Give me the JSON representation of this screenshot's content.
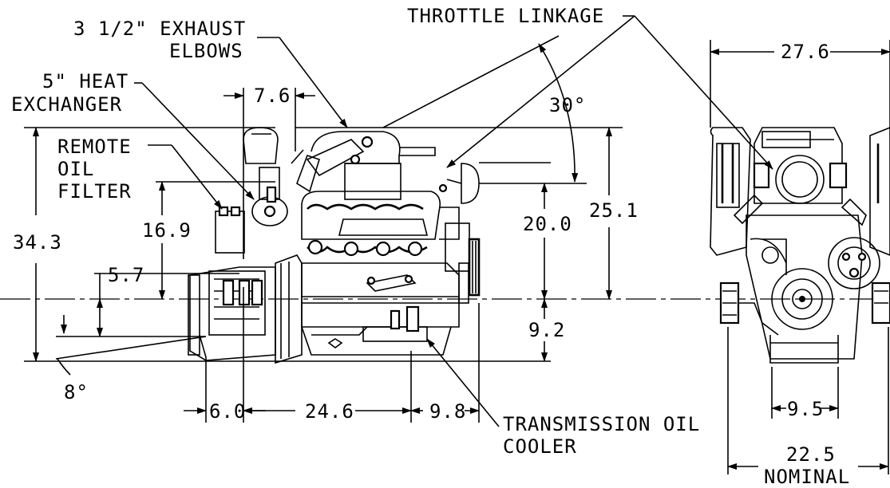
{
  "callouts": {
    "exhaust_line1": "3 1/2\" EXHAUST",
    "exhaust_line2": "ELBOWS",
    "heat_line1": "5\" HEAT",
    "heat_line2": "EXCHANGER",
    "filter_line1": "REMOTE",
    "filter_line2": "OIL",
    "filter_line3": "FILTER",
    "throttle": "THROTTLE LINKAGE",
    "trans_line1": "TRANSMISSION OIL",
    "trans_line2": "COOLER"
  },
  "dimensions": {
    "d7_6": "7.6",
    "d30deg": "30°",
    "d27_6": "27.6",
    "d34_3": "34.3",
    "d16_9": "16.9",
    "d5_7": "5.7",
    "d20_0": "20.0",
    "d25_1": "25.1",
    "d9_2": "9.2",
    "d8deg": "8°",
    "d6_0": "6.0",
    "d24_6": "24.6",
    "d9_8": "9.8",
    "d9_5": "9.5",
    "d22_5_line1": "22.5",
    "d22_5_line2": "NOMINAL"
  }
}
